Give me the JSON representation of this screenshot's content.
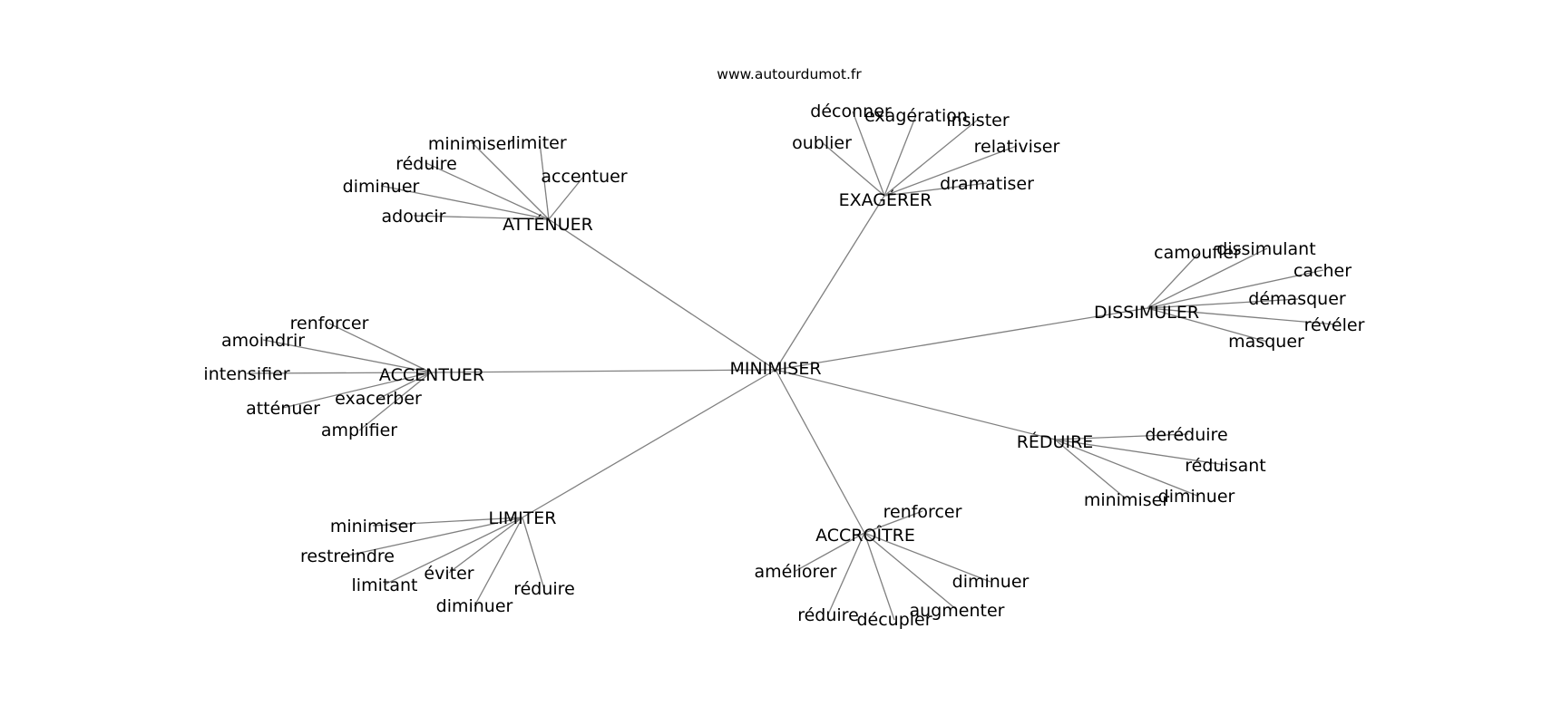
{
  "site": "www.autourdumot.fr",
  "center": "MINIMISER",
  "groups": [
    {
      "label": "ATTÉNUER",
      "leaves": [
        "minimiser",
        "limiter",
        "réduire",
        "accentuer",
        "diminuer",
        "adoucir"
      ]
    },
    {
      "label": "EXAGÉRER",
      "leaves": [
        "déconner",
        "exagération",
        "insister",
        "oublier",
        "relativiser",
        "dramatiser"
      ]
    },
    {
      "label": "DISSIMULER",
      "leaves": [
        "camoufler",
        "dissimulant",
        "cacher",
        "démasquer",
        "révéler",
        "masquer"
      ]
    },
    {
      "label": "ACCENTUER",
      "leaves": [
        "renforcer",
        "amoindrir",
        "intensifier",
        "exacerber",
        "atténuer",
        "amplifier"
      ]
    },
    {
      "label": "RÉDUIRE",
      "leaves": [
        "deréduire",
        "réduisant",
        "minimiser",
        "diminuer"
      ]
    },
    {
      "label": "LIMITER",
      "leaves": [
        "minimiser",
        "restreindre",
        "éviter",
        "limitant",
        "réduire",
        "diminuer"
      ]
    },
    {
      "label": "ACCROÎTRE",
      "leaves": [
        "renforcer",
        "améliorer",
        "diminuer",
        "augmenter",
        "réduire",
        "décupler"
      ]
    }
  ]
}
